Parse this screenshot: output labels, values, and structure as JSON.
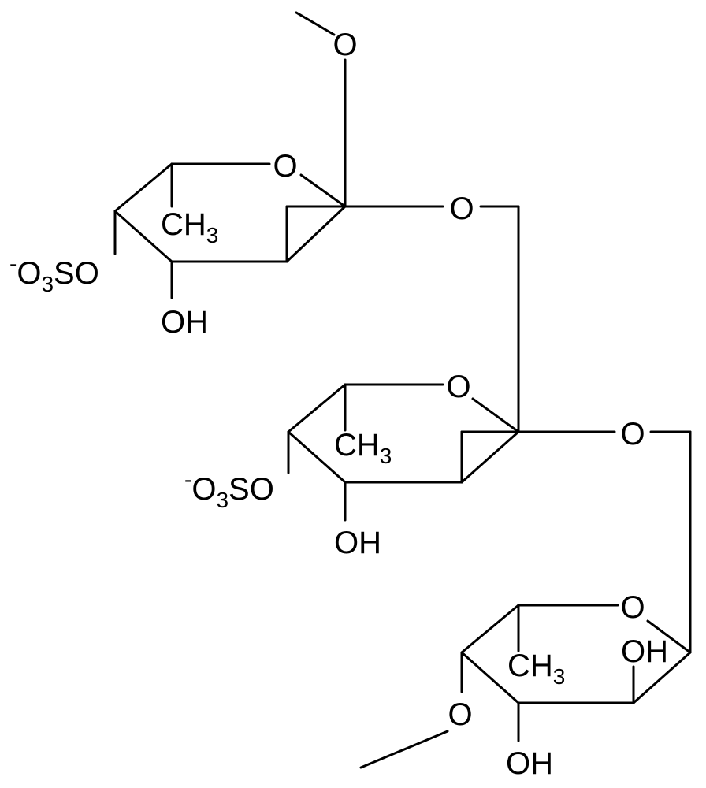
{
  "labels": {
    "o_methoxy_top": "O",
    "o_ring_1": "O",
    "ch3_1": "CH",
    "ch3_1_sub": "3",
    "sulfate_1_charge": "-",
    "sulfate_1_o": "O",
    "sulfate_1_sub": "3",
    "sulfate_1_rest": "SO",
    "oh_1": "OH",
    "o_link_1": "O",
    "o_ring_2": "O",
    "ch3_2": "CH",
    "ch3_2_sub": "3",
    "sulfate_2_charge": "-",
    "sulfate_2_o": "O",
    "sulfate_2_sub": "3",
    "sulfate_2_rest": "SO",
    "oh_2": "OH",
    "o_link_2": "O",
    "o_ring_3": "O",
    "oh_3a": "OH",
    "ch3_3": "CH",
    "ch3_3_sub": "3",
    "o_methoxy_bottom": "O",
    "oh_3b": "OH"
  }
}
